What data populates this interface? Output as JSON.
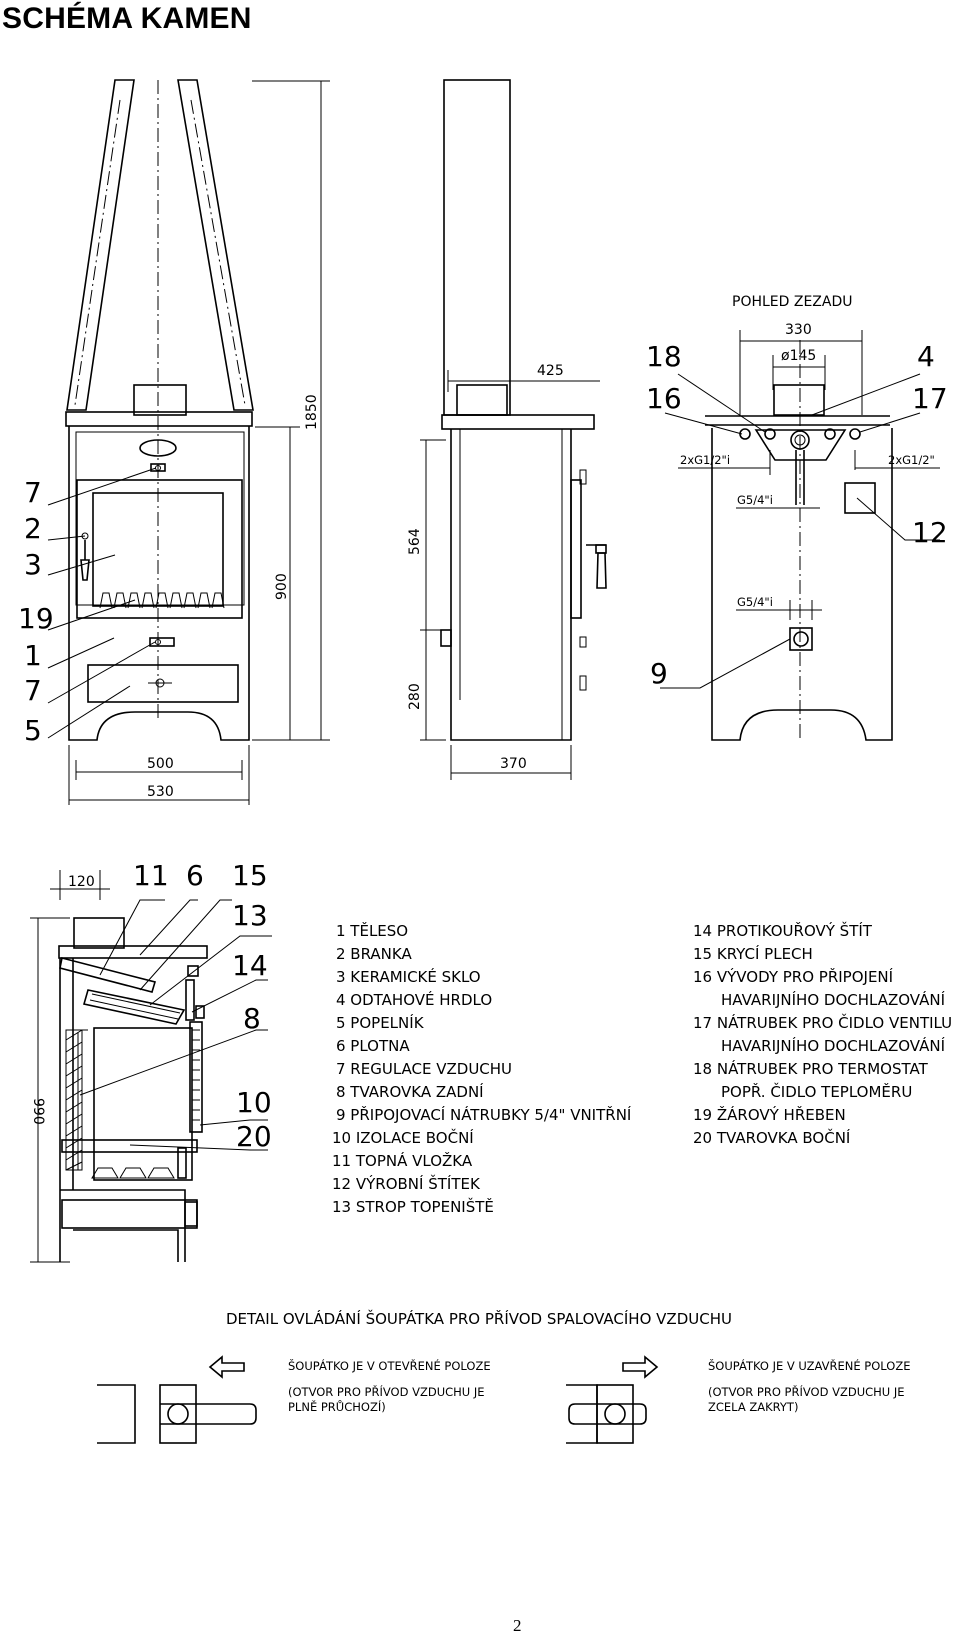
{
  "title": "SCHÉMA KAMEN",
  "page_number": "2",
  "front_view": {
    "labels": [
      "7",
      "2",
      "3",
      "19",
      "1",
      "7",
      "5"
    ],
    "dim_width_inner": "500",
    "dim_width_outer": "530",
    "dim_height_total": "1850",
    "dim_height_body": "900"
  },
  "side_view": {
    "dim_425": "425",
    "dim_564": "564",
    "dim_280": "280",
    "dim_370": "370"
  },
  "rear_view": {
    "title": "POHLED ZEZADU",
    "dim_330": "330",
    "dim_dia": "ø145",
    "label_18": "18",
    "label_16": "16",
    "label_4": "4",
    "label_17": "17",
    "label_12": "12",
    "label_9": "9",
    "thread_left": "2xG1/2\"i",
    "thread_right": "2xG1/2\"",
    "thread_g54_a": "G5/4\"i",
    "thread_g54_b": "G5/4\"i"
  },
  "section_view": {
    "dim_120": "120",
    "dim_990": "990",
    "labels": [
      "11",
      "6",
      "15",
      "13",
      "14",
      "8",
      "10",
      "20"
    ]
  },
  "legend_left": [
    "1 TĚLESO",
    "2 BRANKA",
    "3 KERAMICKÉ SKLO",
    "4 ODTAHOVÉ HRDLO",
    "5 POPELNÍK",
    "6 PLOTNA",
    "7 REGULACE VZDUCHU",
    "8 TVAROVKA ZADNÍ",
    "9 PŘIPOJOVACÍ NÁTRUBKY 5/4\" VNITŘNÍ",
    "10 IZOLACE BOČNÍ",
    "11 TOPNÁ VLOŽKA",
    "12 VÝROBNÍ ŠTÍTEK",
    "13 STROP TOPENIŠTĚ"
  ],
  "legend_right": [
    "14 PROTIKOUŘOVÝ ŠTÍT",
    "15 KRYCÍ PLECH",
    "16 VÝVODY PRO PŘIPOJENÍ",
    "HAVARIJNÍHO DOCHLAZOVÁNÍ",
    "17 NÁTRUBEK PRO ČIDLO VENTILU",
    "HAVARIJNÍHO DOCHLAZOVÁNÍ",
    "18 NÁTRUBEK PRO TERMOSTAT",
    "POPŘ. ČIDLO TEPLOMĚRU",
    "19 ŽÁROVÝ HŘEBEN",
    "20 TVAROVKA BOČNÍ"
  ],
  "detail": {
    "title": "DETAIL OVLÁDÁNÍ ŠOUPÁTKA PRO PŘÍVOD SPALOVACÍHO VZDUCHU",
    "open_line1": "ŠOUPÁTKO JE V OTEVŘENÉ POLOZE",
    "open_line2": "(OTVOR PRO PŘÍVOD VZDUCHU JE",
    "open_line3": "PLNĚ PRŮCHOZÍ)",
    "closed_line1": "ŠOUPÁTKO JE V UZAVŘENÉ POLOZE",
    "closed_line2": "(OTVOR PRO PŘÍVOD VZDUCHU JE",
    "closed_line3": "ZCELA ZAKRYT)"
  }
}
